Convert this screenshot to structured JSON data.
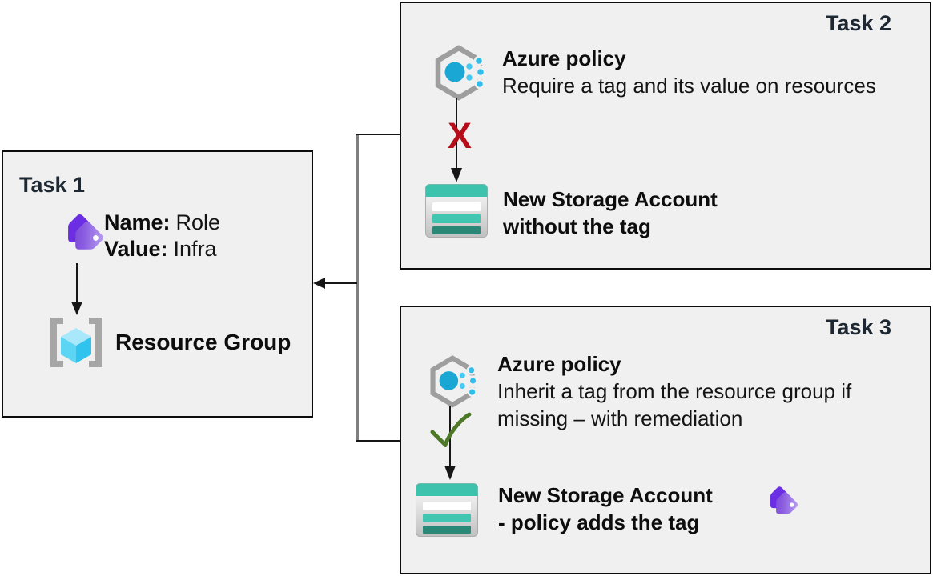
{
  "colors": {
    "canvas_bg": "#ffffff",
    "box_fill": "#f0f0f0",
    "box_border": "#0c0c0c",
    "title_color": "#1e2832",
    "text_color": "#111111",
    "x_color": "#b60d1a",
    "check_color": "#4d7827",
    "connector_gray": "#7f7f7f",
    "connector_black": "#161616",
    "storage_teal": "#3dc2ae",
    "storage_dark_teal": "#2a8876",
    "policy_blue": "#1ba7d3",
    "tag_purple": "#6c2ee3",
    "cube_cyan": "#5cd5f5"
  },
  "task1": {
    "title": "Task 1",
    "tag_name_label": "Name:",
    "tag_name_value": "Role",
    "tag_value_label": "Value:",
    "tag_value_value": "Infra",
    "resource_group_label": "Resource Group"
  },
  "task2": {
    "title": "Task 2",
    "policy_title": "Azure policy",
    "policy_desc": "Require a tag and its value on resources",
    "x_symbol": "X",
    "storage_line1": "New Storage Account",
    "storage_line2": "without the tag"
  },
  "task3": {
    "title": "Task 3",
    "policy_title": "Azure policy",
    "policy_desc_line1": "Inherit a tag from the resource group if",
    "policy_desc_line2": "missing – with remediation",
    "storage_line1": "New Storage Account",
    "storage_line2": "- policy adds the tag"
  }
}
